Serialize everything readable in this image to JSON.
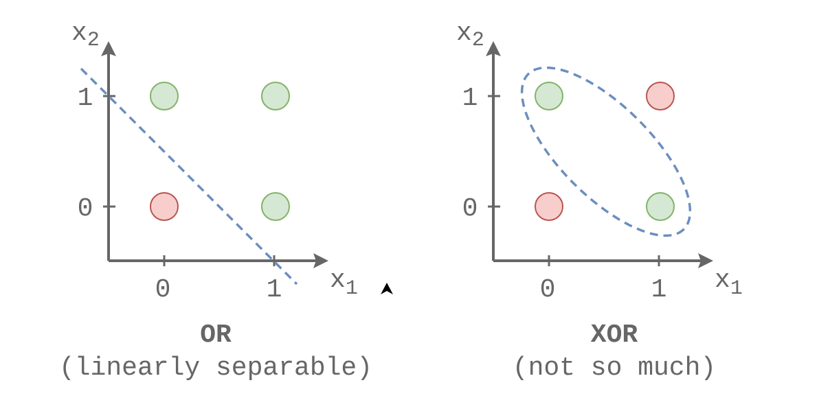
{
  "colors": {
    "axis": "#666666",
    "positive_fill": "#d5e8d4",
    "positive_stroke": "#82b366",
    "negative_fill": "#f8cecc",
    "negative_stroke": "#b85450",
    "boundary": "#6c8ebf",
    "cursor": "#000000"
  },
  "panels": [
    {
      "title": "OR",
      "subtitle": "(linearly separable)",
      "x_axis": {
        "label": "x",
        "sub": "1",
        "ticks": [
          "0",
          "1"
        ]
      },
      "y_axis": {
        "label": "x",
        "sub": "2",
        "ticks": [
          "0",
          "1"
        ]
      },
      "points": [
        {
          "x1": 0,
          "x2": 0,
          "class": "negative"
        },
        {
          "x1": 1,
          "x2": 0,
          "class": "positive"
        },
        {
          "x1": 0,
          "x2": 1,
          "class": "positive"
        },
        {
          "x1": 1,
          "x2": 1,
          "class": "positive"
        }
      ],
      "boundary": {
        "type": "line",
        "shape": "dashed"
      }
    },
    {
      "title": "XOR",
      "subtitle": "(not so much)",
      "x_axis": {
        "label": "x",
        "sub": "1",
        "ticks": [
          "0",
          "1"
        ]
      },
      "y_axis": {
        "label": "x",
        "sub": "2",
        "ticks": [
          "0",
          "1"
        ]
      },
      "points": [
        {
          "x1": 0,
          "x2": 0,
          "class": "negative"
        },
        {
          "x1": 1,
          "x2": 0,
          "class": "positive"
        },
        {
          "x1": 0,
          "x2": 1,
          "class": "positive"
        },
        {
          "x1": 1,
          "x2": 1,
          "class": "negative"
        }
      ],
      "boundary": {
        "type": "ellipse",
        "shape": "dashed"
      }
    }
  ]
}
